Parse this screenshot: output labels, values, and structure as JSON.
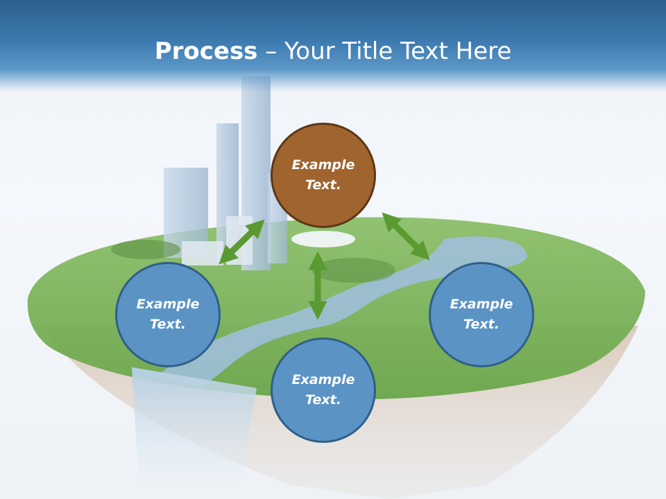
{
  "slide": {
    "title_bold": "Process",
    "title_rest": " – Your Title Text Here"
  },
  "nodes": {
    "top": "Example Text.",
    "left": "Example Text.",
    "bottom": "Example Text.",
    "right": "Example Text."
  },
  "colors": {
    "header": "#3c7ab0",
    "node_blue": "#5a93c4",
    "node_brown": "#a0642e",
    "arrow_green": "#5a9a30"
  },
  "background_image": "floating-island-city-waterfall"
}
